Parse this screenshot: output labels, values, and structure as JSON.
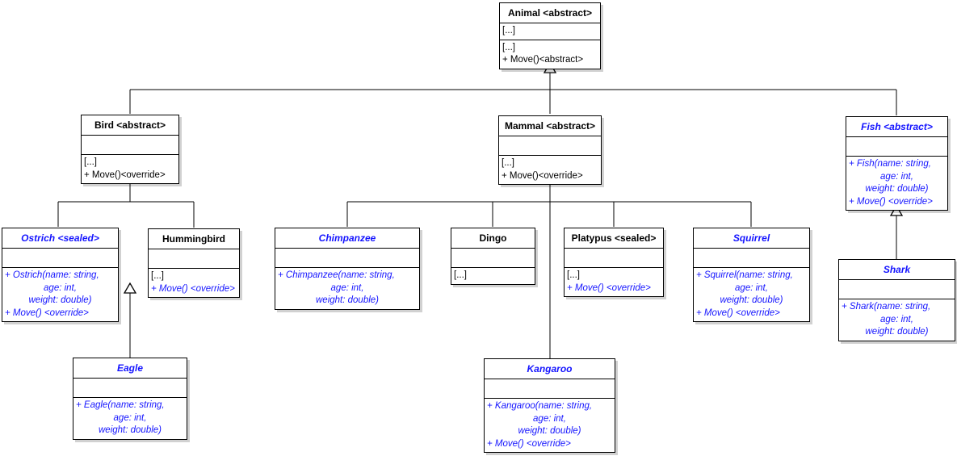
{
  "diagram": {
    "title": "Animal class hierarchy UML diagram",
    "type": "uml-class-diagram",
    "colors": {
      "abstract_text": "#1414ff",
      "concrete_text": "#000000",
      "box_border": "#000000",
      "background": "#ffffff",
      "connector": "#000000"
    }
  },
  "classes": {
    "animal": {
      "name": "Animal <abstract>",
      "attributes": [
        "[...]"
      ],
      "operations": [
        "[...]",
        "+ Move()<abstract>"
      ]
    },
    "bird": {
      "name": "Bird <abstract>",
      "attributes": [
        ""
      ],
      "operations": [
        "[...]",
        "+ Move()<override>"
      ]
    },
    "mammal": {
      "name": "Mammal <abstract>",
      "attributes": [
        ""
      ],
      "operations": [
        "[...]",
        "+ Move()<override>"
      ]
    },
    "fish": {
      "name": "Fish <abstract>",
      "attributes": [
        ""
      ],
      "operations": [
        "+ Fish(name: string,",
        "age: int,",
        "weight: double)",
        "+ Move() <override>"
      ]
    },
    "ostrich": {
      "name": "Ostrich <sealed>",
      "attributes": [
        ""
      ],
      "operations": [
        "+ Ostrich(name: string,",
        "age: int,",
        "weight: double)",
        "+ Move() <override>"
      ]
    },
    "hummingbird": {
      "name": "Hummingbird",
      "attributes": [
        ""
      ],
      "operations": [
        "[...]",
        "+ Move() <override>"
      ]
    },
    "eagle": {
      "name": "Eagle",
      "attributes": [
        ""
      ],
      "operations": [
        "+ Eagle(name: string,",
        "age: int,",
        "weight: double)"
      ]
    },
    "chimpanzee": {
      "name": "Chimpanzee",
      "attributes": [
        ""
      ],
      "operations": [
        "+ Chimpanzee(name: string,",
        "age: int,",
        "weight: double)"
      ]
    },
    "dingo": {
      "name": "Dingo",
      "attributes": [
        ""
      ],
      "operations": [
        "[...]"
      ]
    },
    "platypus": {
      "name": "Platypus <sealed>",
      "attributes": [
        ""
      ],
      "operations": [
        "[...]",
        "+ Move() <override>"
      ]
    },
    "squirrel": {
      "name": "Squirrel",
      "attributes": [
        ""
      ],
      "operations": [
        "+ Squirrel(name: string,",
        "age: int,",
        "weight: double)",
        "+ Move() <override>"
      ]
    },
    "kangaroo": {
      "name": "Kangaroo",
      "attributes": [
        ""
      ],
      "operations": [
        "+ Kangaroo(name: string,",
        "age: int,",
        "weight: double)",
        "+ Move() <override>"
      ]
    },
    "shark": {
      "name": "Shark",
      "attributes": [
        ""
      ],
      "operations": [
        "+ Shark(name: string,",
        "age: int,",
        "weight: double)"
      ]
    }
  },
  "relationships": [
    {
      "from": "Bird <abstract>",
      "to": "Animal <abstract>",
      "kind": "generalization"
    },
    {
      "from": "Mammal <abstract>",
      "to": "Animal <abstract>",
      "kind": "generalization"
    },
    {
      "from": "Fish <abstract>",
      "to": "Animal <abstract>",
      "kind": "generalization"
    },
    {
      "from": "Ostrich <sealed>",
      "to": "Bird <abstract>",
      "kind": "generalization"
    },
    {
      "from": "Hummingbird",
      "to": "Bird <abstract>",
      "kind": "generalization"
    },
    {
      "from": "Eagle",
      "to": "Hummingbird",
      "kind": "generalization"
    },
    {
      "from": "Chimpanzee",
      "to": "Mammal <abstract>",
      "kind": "generalization"
    },
    {
      "from": "Dingo",
      "to": "Mammal <abstract>",
      "kind": "generalization"
    },
    {
      "from": "Platypus <sealed>",
      "to": "Mammal <abstract>",
      "kind": "generalization"
    },
    {
      "from": "Squirrel",
      "to": "Mammal <abstract>",
      "kind": "generalization"
    },
    {
      "from": "Kangaroo",
      "to": "Mammal <abstract>",
      "kind": "generalization"
    },
    {
      "from": "Shark",
      "to": "Fish <abstract>",
      "kind": "generalization"
    }
  ]
}
